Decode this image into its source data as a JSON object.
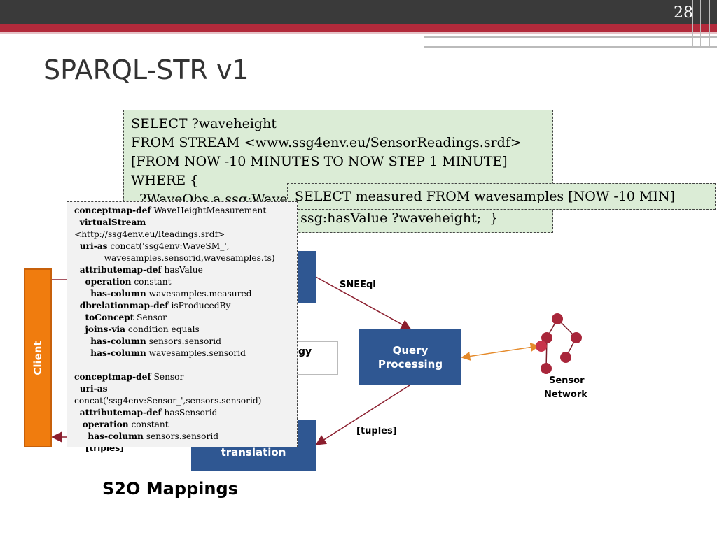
{
  "slide": {
    "number": "28",
    "title": "SPARQL-STR v1"
  },
  "sparql_query": {
    "lines": [
      "SELECT ?waveheight",
      "FROM STREAM <www.ssg4env.eu/SensorReadings.srdf>",
      "[FROM NOW -10 MINUTES TO NOW STEP 1 MINUTE]",
      "WHERE {",
      "  ?WaveObs a ssg:WaveHeight;",
      "  ssg:hasValue ?waveheight;  }"
    ]
  },
  "sql_query": "SELECT measured FROM wavesamples [NOW -10 MIN]",
  "mapping_text": [
    [
      {
        "b": "conceptmap-def"
      },
      {
        "t": " WaveHeightMeasurement"
      }
    ],
    [
      {
        "t": "  "
      },
      {
        "b": "virtualStream"
      }
    ],
    [
      {
        "t": "<http://ssg4env.eu/Readings.srdf>"
      }
    ],
    [
      {
        "t": "  "
      },
      {
        "b": "uri-as"
      },
      {
        "t": " concat('ssg4env:WaveSM_',"
      }
    ],
    [
      {
        "t": "           wavesamples.sensorid,wavesamples.ts)"
      }
    ],
    [
      {
        "t": "  "
      },
      {
        "b": "attributemap-def"
      },
      {
        "t": " hasValue"
      }
    ],
    [
      {
        "t": "    "
      },
      {
        "b": "operation"
      },
      {
        "t": " constant"
      }
    ],
    [
      {
        "t": "      "
      },
      {
        "b": "has-column"
      },
      {
        "t": " wavesamples.measured"
      }
    ],
    [
      {
        "t": "  "
      },
      {
        "b": "dbrelationmap-def"
      },
      {
        "t": " isProducedBy"
      }
    ],
    [
      {
        "t": "    "
      },
      {
        "b": "toConcept"
      },
      {
        "t": " Sensor"
      }
    ],
    [
      {
        "t": "    "
      },
      {
        "b": "joins-via"
      },
      {
        "t": " condition equals"
      }
    ],
    [
      {
        "t": "      "
      },
      {
        "b": "has-column"
      },
      {
        "t": " sensors.sensorid"
      }
    ],
    [
      {
        "t": "      "
      },
      {
        "b": "has-column"
      },
      {
        "t": " wavesamples.sensorid"
      }
    ],
    [
      {
        "t": ""
      }
    ],
    [
      {
        "b": "conceptmap-def"
      },
      {
        "t": " Sensor"
      }
    ],
    [
      {
        "t": "  "
      },
      {
        "b": "uri-as"
      }
    ],
    [
      {
        "t": "concat('ssg4env:Sensor_',sensors.sensorid)"
      }
    ],
    [
      {
        "t": "  "
      },
      {
        "b": "attributemap-def"
      },
      {
        "t": " hasSensorid"
      }
    ],
    [
      {
        "t": "   "
      },
      {
        "b": "operation"
      },
      {
        "t": " constant"
      }
    ],
    [
      {
        "t": "     "
      },
      {
        "b": "has-column"
      },
      {
        "t": " sensors.sensorid"
      }
    ]
  ],
  "diagram": {
    "client_label": "Client",
    "query_processing_label_1": "Query",
    "query_processing_label_2": "Processing",
    "translation_label": "translation",
    "ontology_label_partial": "gy",
    "snee_label": "SNEEql",
    "tuples_label": "[tuples]",
    "triples_label": "[triples]",
    "sensor_network_label_1": "Sensor",
    "sensor_network_label_2": "Network"
  },
  "caption": "S2O Mappings",
  "colors": {
    "accent_red": "#b22a3b",
    "client_orange": "#f07c0e",
    "box_blue": "#2f5792",
    "query_green": "#dbecd6",
    "sensor_node": "#a8263a"
  }
}
